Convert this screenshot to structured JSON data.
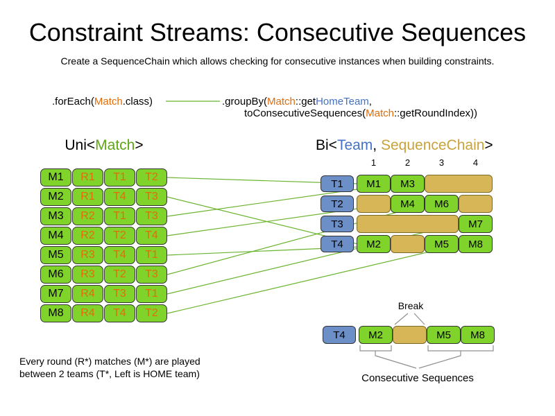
{
  "title": "Constraint Streams: Consecutive Sequences",
  "subtitle": "Create a SequenceChain which allows checking for consecutive instances when building constraints.",
  "code": {
    "foreach_pre": ".forEach(",
    "foreach_match": "Match",
    "foreach_post": ".class)",
    "groupby_pre": ".groupBy(",
    "groupby_match": "Match",
    "groupby_mid": "::get",
    "groupby_team": "HomeTeam",
    "groupby_post": ",",
    "line2_pre": "toConsecutiveSequences(",
    "line2_match": "Match",
    "line2_post": "::getRoundIndex))"
  },
  "uni": {
    "title_pre": "Uni<",
    "title_match": "Match",
    "title_post": ">",
    "rows": [
      {
        "cells": [
          "M1",
          "R1",
          "T1",
          "T2"
        ]
      },
      {
        "cells": [
          "M2",
          "R1",
          "T4",
          "T3"
        ]
      },
      {
        "cells": [
          "M3",
          "R2",
          "T1",
          "T3"
        ]
      },
      {
        "cells": [
          "M4",
          "R2",
          "T2",
          "T4"
        ]
      },
      {
        "cells": [
          "M5",
          "R3",
          "T4",
          "T1"
        ]
      },
      {
        "cells": [
          "M6",
          "R3",
          "T2",
          "T3"
        ]
      },
      {
        "cells": [
          "M7",
          "R4",
          "T3",
          "T1"
        ]
      },
      {
        "cells": [
          "M8",
          "R4",
          "T4",
          "T2"
        ]
      }
    ]
  },
  "bi": {
    "title_pre": "Bi<",
    "title_team": "Team",
    "title_sep": ", ",
    "title_chain": "SequenceChain",
    "title_post": ">",
    "columns": [
      "1",
      "2",
      "3",
      "4"
    ],
    "rows": [
      {
        "team": "T1",
        "matches": [
          "M1",
          "M3"
        ]
      },
      {
        "team": "T2",
        "matches": [
          "M4",
          "M6"
        ]
      },
      {
        "team": "T3",
        "matches": [
          "M7"
        ]
      },
      {
        "team": "T4",
        "matches": [
          "M2",
          "M5",
          "M8"
        ]
      }
    ]
  },
  "detail": {
    "break_label": "Break",
    "team": "T4",
    "matches": [
      "M2",
      "M5",
      "M8"
    ],
    "label": "Consecutive Sequences"
  },
  "footnote_line1": "Every round (R*) matches (M*) are played",
  "footnote_line2": "between 2 teams (T*, Left is HOME team)",
  "colors": {
    "match_green": "#7FD32B",
    "team_blue": "#6C8FC8",
    "chain_tan": "#D6B656",
    "orange_text": "#E36C09",
    "team_text": "#4472C4",
    "chain_text": "#C9A23B",
    "green_text": "#5FA616",
    "line_green": "#69B32D"
  }
}
